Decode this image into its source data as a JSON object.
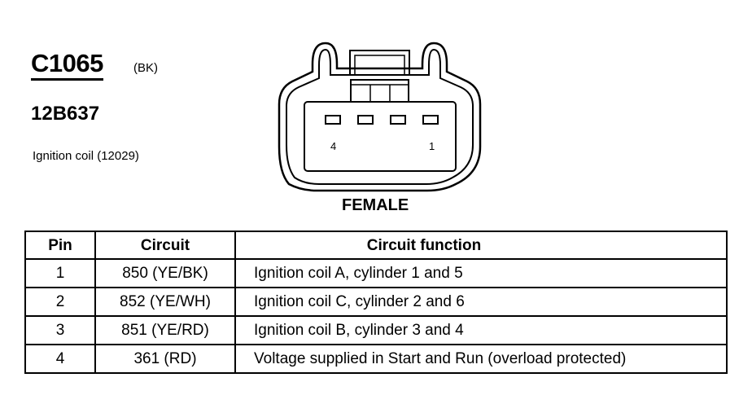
{
  "connector": {
    "id": "C1065",
    "color": "(BK)",
    "part_number": "12B637",
    "description": "Ignition coil (12029)",
    "gender": "FEMALE",
    "face_labels": {
      "left": "4",
      "right": "1"
    }
  },
  "table": {
    "headers": {
      "pin": "Pin",
      "circuit": "Circuit",
      "function": "Circuit function"
    },
    "rows": [
      {
        "pin": "1",
        "circuit": "850 (YE/BK)",
        "function": "Ignition coil A, cylinder 1 and 5"
      },
      {
        "pin": "2",
        "circuit": "852 (YE/WH)",
        "function": "Ignition coil C, cylinder 2 and 6"
      },
      {
        "pin": "3",
        "circuit": "851 (YE/RD)",
        "function": "Ignition coil B, cylinder 3 and 4"
      },
      {
        "pin": "4",
        "circuit": "361 (RD)",
        "function": "Voltage supplied in Start and Run (overload protected)"
      }
    ]
  }
}
